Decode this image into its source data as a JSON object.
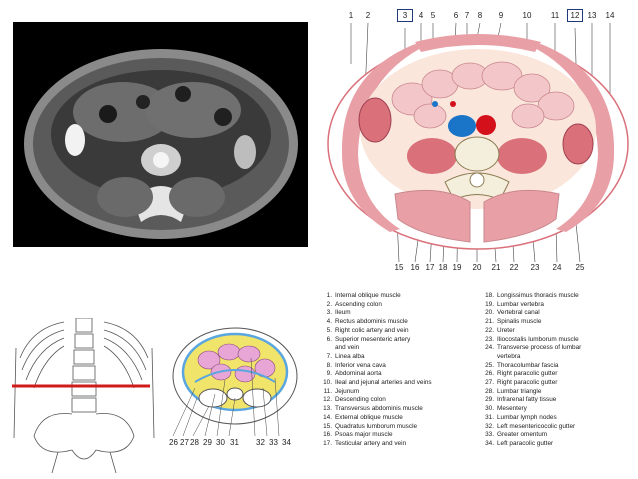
{
  "top_numbers": [
    "1",
    "2",
    "3",
    "4",
    "5",
    "6",
    "7",
    "8",
    "9",
    "10",
    "11",
    "12",
    "13",
    "14"
  ],
  "highlighted_numbers": [
    "3",
    "12"
  ],
  "bottom_numbers": [
    "15",
    "16",
    "17",
    "18",
    "19",
    "20",
    "21",
    "22",
    "23",
    "24",
    "25"
  ],
  "mini_numbers": [
    "26",
    "27",
    "28",
    "29",
    "30",
    "31",
    "32",
    "33",
    "34"
  ],
  "legend_left": [
    {
      "n": "1.",
      "t": "Internal oblique muscle"
    },
    {
      "n": "2.",
      "t": "Ascending colon"
    },
    {
      "n": "3.",
      "t": "Ileum"
    },
    {
      "n": "4.",
      "t": "Rectus abdominis muscle"
    },
    {
      "n": "5.",
      "t": "Right colic artery and vein"
    },
    {
      "n": "6.",
      "t": "Superior mesenteric artery"
    },
    {
      "n": "",
      "t": "and vein"
    },
    {
      "n": "7.",
      "t": "Linea alba"
    },
    {
      "n": "8.",
      "t": "Inferior vena cava"
    },
    {
      "n": "9.",
      "t": "Abdominal aorta"
    },
    {
      "n": "10.",
      "t": "Ileal and jejunal arteries and veins"
    },
    {
      "n": "11.",
      "t": "Jejunum"
    },
    {
      "n": "12.",
      "t": "Descending colon"
    },
    {
      "n": "13.",
      "t": "Transversus abdominis muscle"
    },
    {
      "n": "14.",
      "t": "External oblique muscle"
    },
    {
      "n": "15.",
      "t": "Quadratus lumborum muscle"
    },
    {
      "n": "16.",
      "t": "Psoas major muscle"
    },
    {
      "n": "17.",
      "t": "Testicular artery and vein"
    }
  ],
  "legend_right": [
    {
      "n": "18.",
      "t": "Longissimus thoracis muscle"
    },
    {
      "n": "19.",
      "t": "Lumbar vertebra"
    },
    {
      "n": "20.",
      "t": "Vertebral canal"
    },
    {
      "n": "21.",
      "t": "Spinalis muscle"
    },
    {
      "n": "22.",
      "t": "Ureter"
    },
    {
      "n": "23.",
      "t": "Iliocostalis lumborum muscle"
    },
    {
      "n": "24.",
      "t": "Transverse process of lumbar"
    },
    {
      "n": "",
      "t": "vertebra"
    },
    {
      "n": "25.",
      "t": "Thoracolumbar fascia"
    },
    {
      "n": "26.",
      "t": "Right paracolic gutter"
    },
    {
      "n": "27.",
      "t": "Right paracolic gutter"
    },
    {
      "n": "28.",
      "t": "Lumbar triangle"
    },
    {
      "n": "29.",
      "t": "Infrarenal fatty tissue"
    },
    {
      "n": "30.",
      "t": "Mesentery"
    },
    {
      "n": "31.",
      "t": "Lumbar lymph nodes"
    },
    {
      "n": "32.",
      "t": "Left mesentericocolic gutter"
    },
    {
      "n": "33.",
      "t": "Greater omentum"
    },
    {
      "n": "34.",
      "t": "Left paracolic gutter"
    }
  ],
  "colors": {
    "muscle": "#e8a0a6",
    "muscle_dark": "#d9707a",
    "fat": "#fbe6dc",
    "bowel": "#f3c7c9",
    "aorta": "#d4101b",
    "vena_cava": "#1a74c8",
    "bone": "#f4efdc",
    "box_outline": "#1f3a7a",
    "level_line": "#d11a1a",
    "mini_yellow": "#f1e46a",
    "mini_pink": "#e7a6d6",
    "mini_blue": "#59a6e0"
  }
}
